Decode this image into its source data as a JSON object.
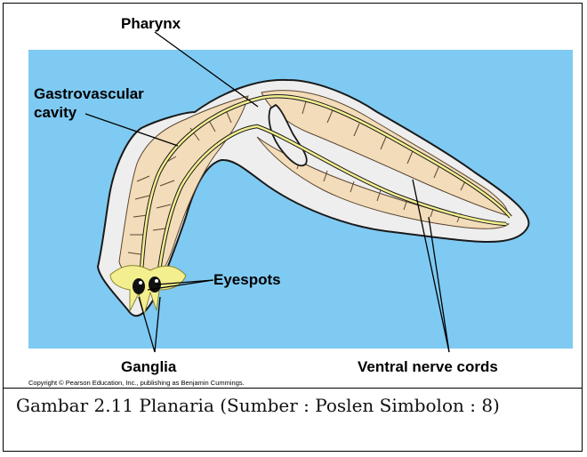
{
  "figure": {
    "labels": {
      "pharynx": "Pharynx",
      "gastro_line1": "Gastrovascular",
      "gastro_line2": "cavity",
      "eyespots": "Eyespots",
      "ganglia": "Ganglia",
      "ventral": "Ventral nerve cords"
    },
    "copyright": "Copyright © Pearson Education, Inc., publishing as Benjamin Cummings.",
    "colors": {
      "background": "#7fcaf2",
      "body_fill": "#eeeeee",
      "gut_fill": "#f3dcb9",
      "nerve": "#f4ef8e",
      "outline": "#1a1a1a"
    }
  },
  "caption": "Gambar 2.11 Planaria (Sumber : Poslen Simbolon : 8)"
}
